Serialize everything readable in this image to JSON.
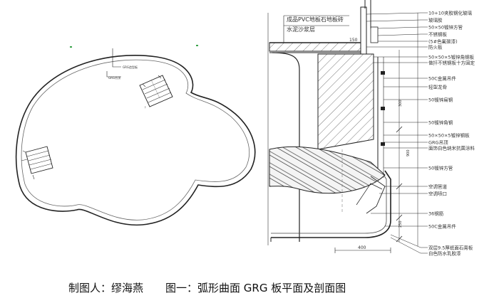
{
  "caption": {
    "author": "制图人：缪海燕",
    "title": "图一：弧形曲面 GRG 板平面及剖面图"
  },
  "plan": {
    "labels": [
      "GRG造型板",
      "GRG吊顶"
    ]
  },
  "section": {
    "top_notes": [
      "成品PVC地板石地板砖",
      "水泥沙浆层"
    ],
    "callouts": [
      "10+10夹胶钢化玻璃",
      "玻璃胶",
      "50×50镀锌方管",
      "不锈钢板",
      "(5#色氟碳漆)",
      "防火板",
      "50×50×5镀锌角钢板",
      "做扦不锈钢板十方固定",
      "50C金属吊件",
      "轻型龙骨",
      "50镀锌扁钢",
      "50镀锌角钢",
      "50×50×5镀锌钢板",
      "GRG吊顶",
      "面饰白色纳米抗菌涂料",
      "50镀锌方管",
      "空调管道",
      "空调喷口",
      "36钢筋",
      "50C金属吊件",
      "双层9.5厚纸面石膏板",
      "白色防水乳胶漆"
    ],
    "dimensions": {
      "top": "150",
      "right_a": "300",
      "right_b": "900",
      "right_c": "250",
      "bottom": "400"
    }
  }
}
